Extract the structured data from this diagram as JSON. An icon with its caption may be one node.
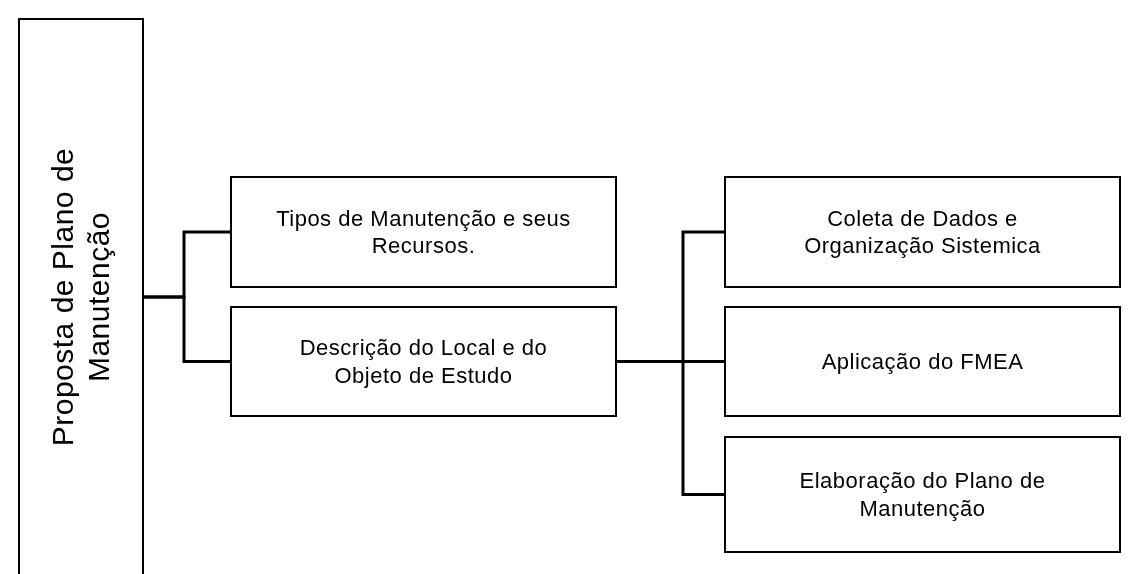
{
  "diagram": {
    "nodes": [
      {
        "text": [
          "Proposta de Plano de Manutenção"
        ]
      },
      {
        "text": [
          "Tipos de Manutenção e seus Recursos."
        ]
      },
      {
        "text": [
          "Descrição do Local e do Objeto de Estudo"
        ]
      },
      {
        "text": [
          "Coleta de Dados e Organização Sistemica"
        ]
      },
      {
        "text": [
          "Aplicação do FMEA"
        ]
      },
      {
        "text": [
          "Elaboração do Plano de Manutenção"
        ]
      }
    ],
    "edges": [
      {
        "from": 0,
        "to": 1,
        "arrow": "none"
      },
      {
        "from": 0,
        "to": 2,
        "arrow": "none"
      },
      {
        "from": 2,
        "to": 3,
        "arrow": "none"
      },
      {
        "from": 2,
        "to": 4,
        "arrow": "none"
      },
      {
        "from": 2,
        "to": 5,
        "arrow": "none"
      }
    ]
  }
}
